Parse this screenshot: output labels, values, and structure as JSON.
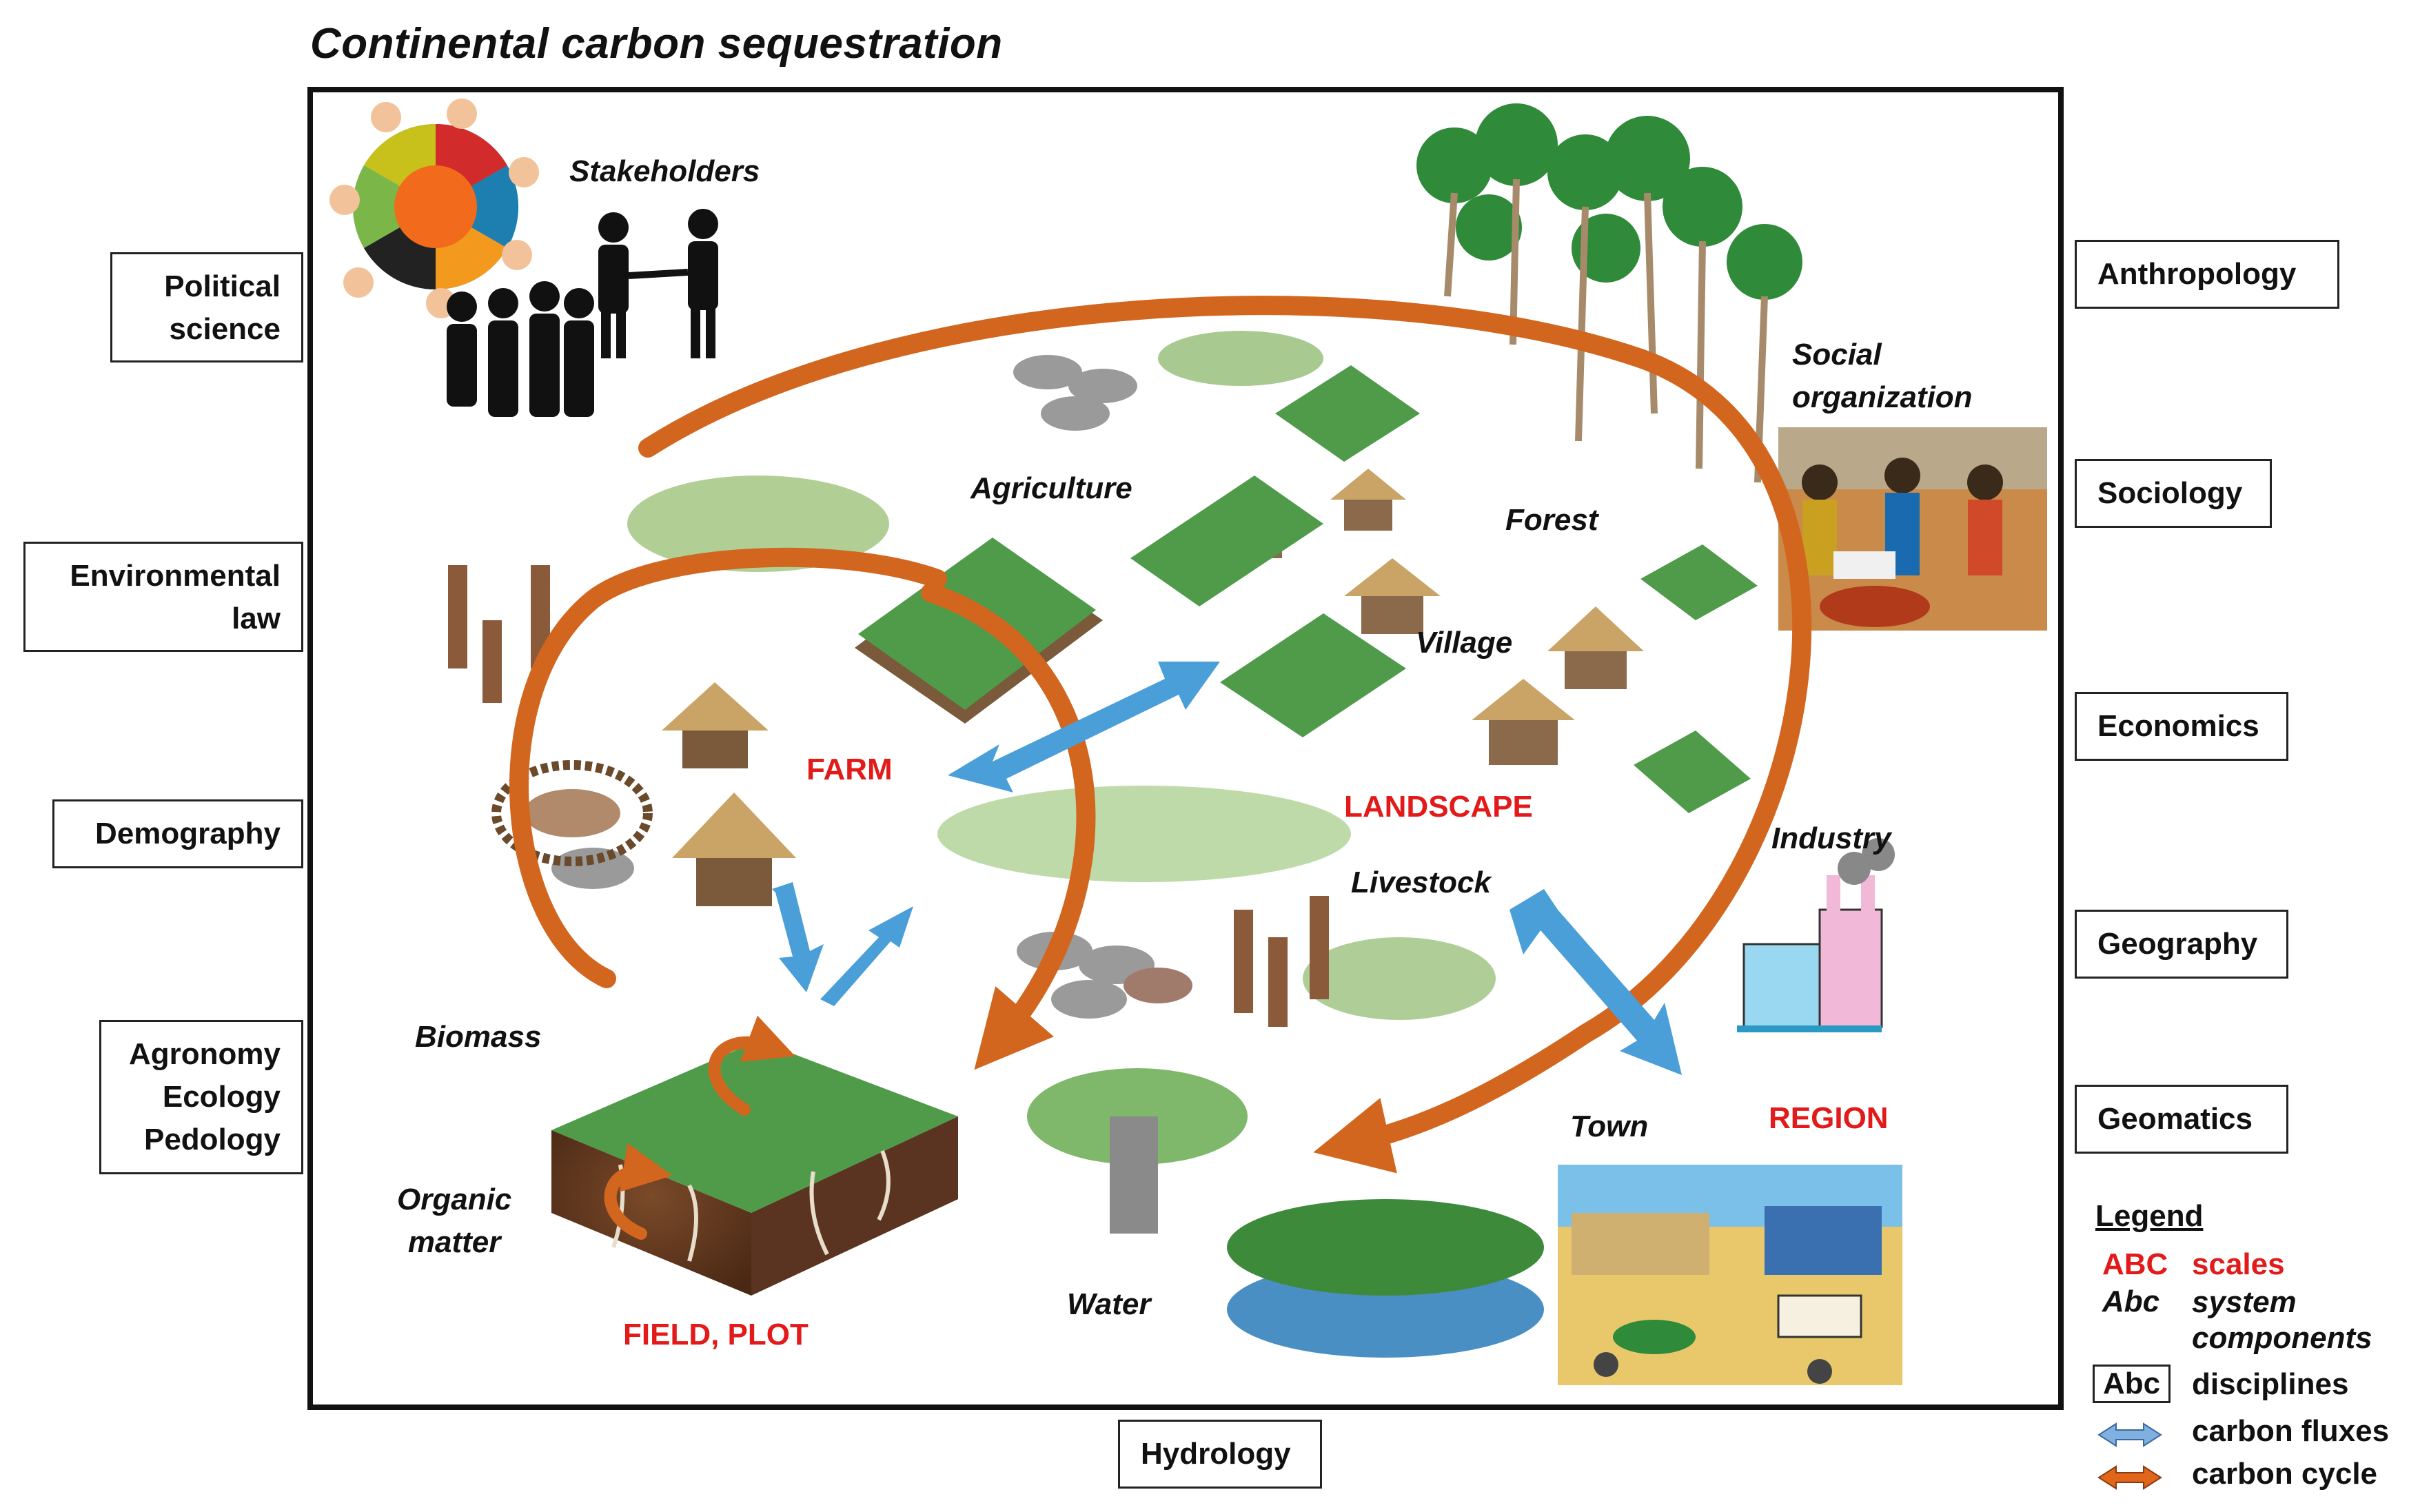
{
  "title": "Continental carbon sequestration",
  "disciplines": {
    "political_science": "Political\nscience",
    "environmental_law": "Environmental\nlaw",
    "demography": "Demography",
    "agronomy_ecology_pedology": "Agronomy\nEcology\nPedology",
    "anthropology": "Anthropology",
    "sociology": "Sociology",
    "economics": "Economics",
    "geography": "Geography",
    "geomatics": "Geomatics",
    "hydrology": "Hydrology"
  },
  "components": {
    "stakeholders": "Stakeholders",
    "agriculture": "Agriculture",
    "forest": "Forest",
    "social_organization": "Social\norganization",
    "village": "Village",
    "industry": "Industry",
    "livestock": "Livestock",
    "biomass": "Biomass",
    "organic_matter": "Organic\nmatter",
    "town": "Town",
    "water": "Water"
  },
  "scales": {
    "farm": "FARM",
    "landscape": "LANDSCAPE",
    "region": "REGION",
    "field_plot": "FIELD, PLOT"
  },
  "legend": {
    "header": "Legend",
    "scales_key": "ABC",
    "scales_label": "scales",
    "components_key": "Abc",
    "components_label": "system\ncomponents",
    "disciplines_key": "Abc",
    "disciplines_label": "disciplines",
    "fluxes_label": "carbon fluxes",
    "cycle_label": "carbon cycle"
  },
  "colors": {
    "scale_red": "#e21a1a",
    "cycle_orange": "#d2661f",
    "flux_blue": "#4a9fd8",
    "frame": "#111111"
  }
}
